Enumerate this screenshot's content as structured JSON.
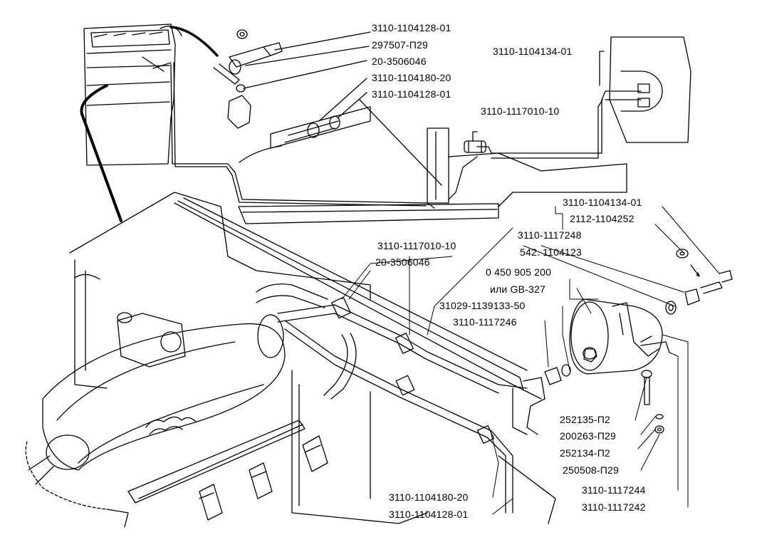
{
  "labels": {
    "top_1": "3110-1104128-01",
    "top_2": "297507-П29",
    "top_3": "20-3506046",
    "top_4": "3110-1104180-20",
    "top_5": "3110-1104128-01",
    "top_right_1": "3110-1104134-01",
    "top_right_2": "3110-1117010-10",
    "right_1": "3110-1104134-01",
    "right_2": "2112-1104252",
    "mid_1": "3110-1117010-10",
    "mid_2": "3110-1117248",
    "mid_3": "20-3506046",
    "mid_4": "542. 1104123",
    "mid_5": "0 450 905 200",
    "mid_6": "или GB-327",
    "mid_7": "31029-1139133-50",
    "mid_8": "3110-1117246",
    "low_1": "252135-П2",
    "low_2": "200263-П29",
    "low_3": "252134-П2",
    "low_4": "250508-П29",
    "low_5": "3110-1117244",
    "low_6": "3110-1117242",
    "bottom_1": "3110-1104180-20",
    "bottom_2": "3110-1104128-01"
  }
}
